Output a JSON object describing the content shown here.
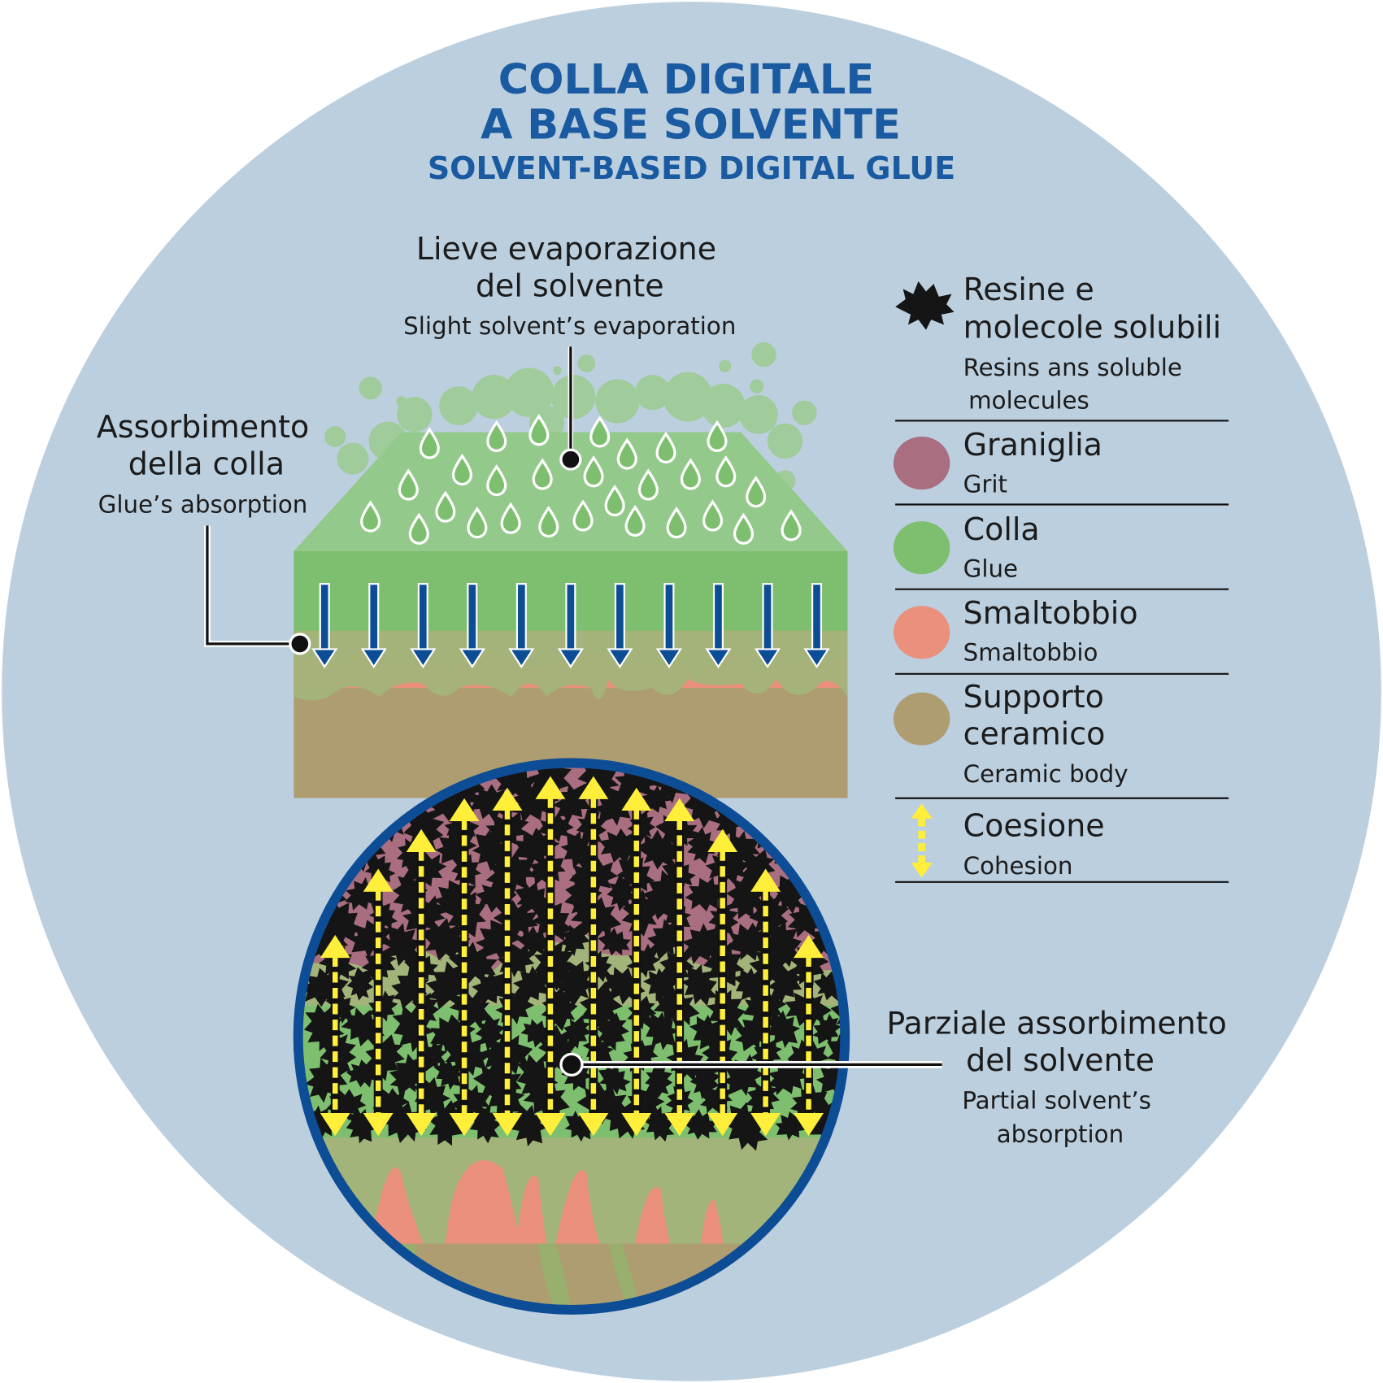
{
  "title": {
    "line1": "COLLA DIGITALE",
    "line2": "A BASE SOLVENTE",
    "subtitle": "SOLVENT-BASED DIGITAL GLUE"
  },
  "callouts": {
    "evaporation": {
      "it_line1": "Lieve evaporazione",
      "it_line2": "del solvente",
      "en": "Slight solvent’s evaporation"
    },
    "absorption": {
      "it_line1": "Assorbimento",
      "it_line2": "della colla",
      "en": "Glue’s absorption"
    },
    "partial": {
      "it_line1": "Parziale assorbimento",
      "it_line2": "del solvente",
      "en_line1": "Partial solvent’s",
      "en_line2": "absorption"
    }
  },
  "legend": [
    {
      "icon": "resin-blob",
      "it_line1": "Resine e",
      "it_line2": "molecole solubili",
      "en_line1": "Resins ans soluble",
      "en_line2": "molecules"
    },
    {
      "icon": "circle",
      "color": "#a96e80",
      "it": "Graniglia",
      "en": "Grit"
    },
    {
      "icon": "circle",
      "color": "#7dbf6e",
      "it": "Colla",
      "en": "Glue"
    },
    {
      "icon": "circle",
      "color": "#ea907c",
      "it": "Smaltobbio",
      "en": "Smaltobbio"
    },
    {
      "icon": "circle",
      "color": "#ae9d70",
      "it_line1": "Supporto",
      "it_line2": "ceramico",
      "en": "Ceramic body"
    },
    {
      "icon": "double-arrow",
      "color": "#ffee3a",
      "it": "Coesione",
      "en": "Cohesion"
    }
  ],
  "colors": {
    "background": "#bccfdf",
    "title": "#1a5aa0",
    "glue": "#7dbf6e",
    "glue_light": "#93c98a",
    "grit": "#a96e80",
    "smaltobbio": "#ea907c",
    "ceramic": "#ae9d70",
    "arrow_blue": "#0d4d96",
    "cohesion": "#ffee3a"
  }
}
